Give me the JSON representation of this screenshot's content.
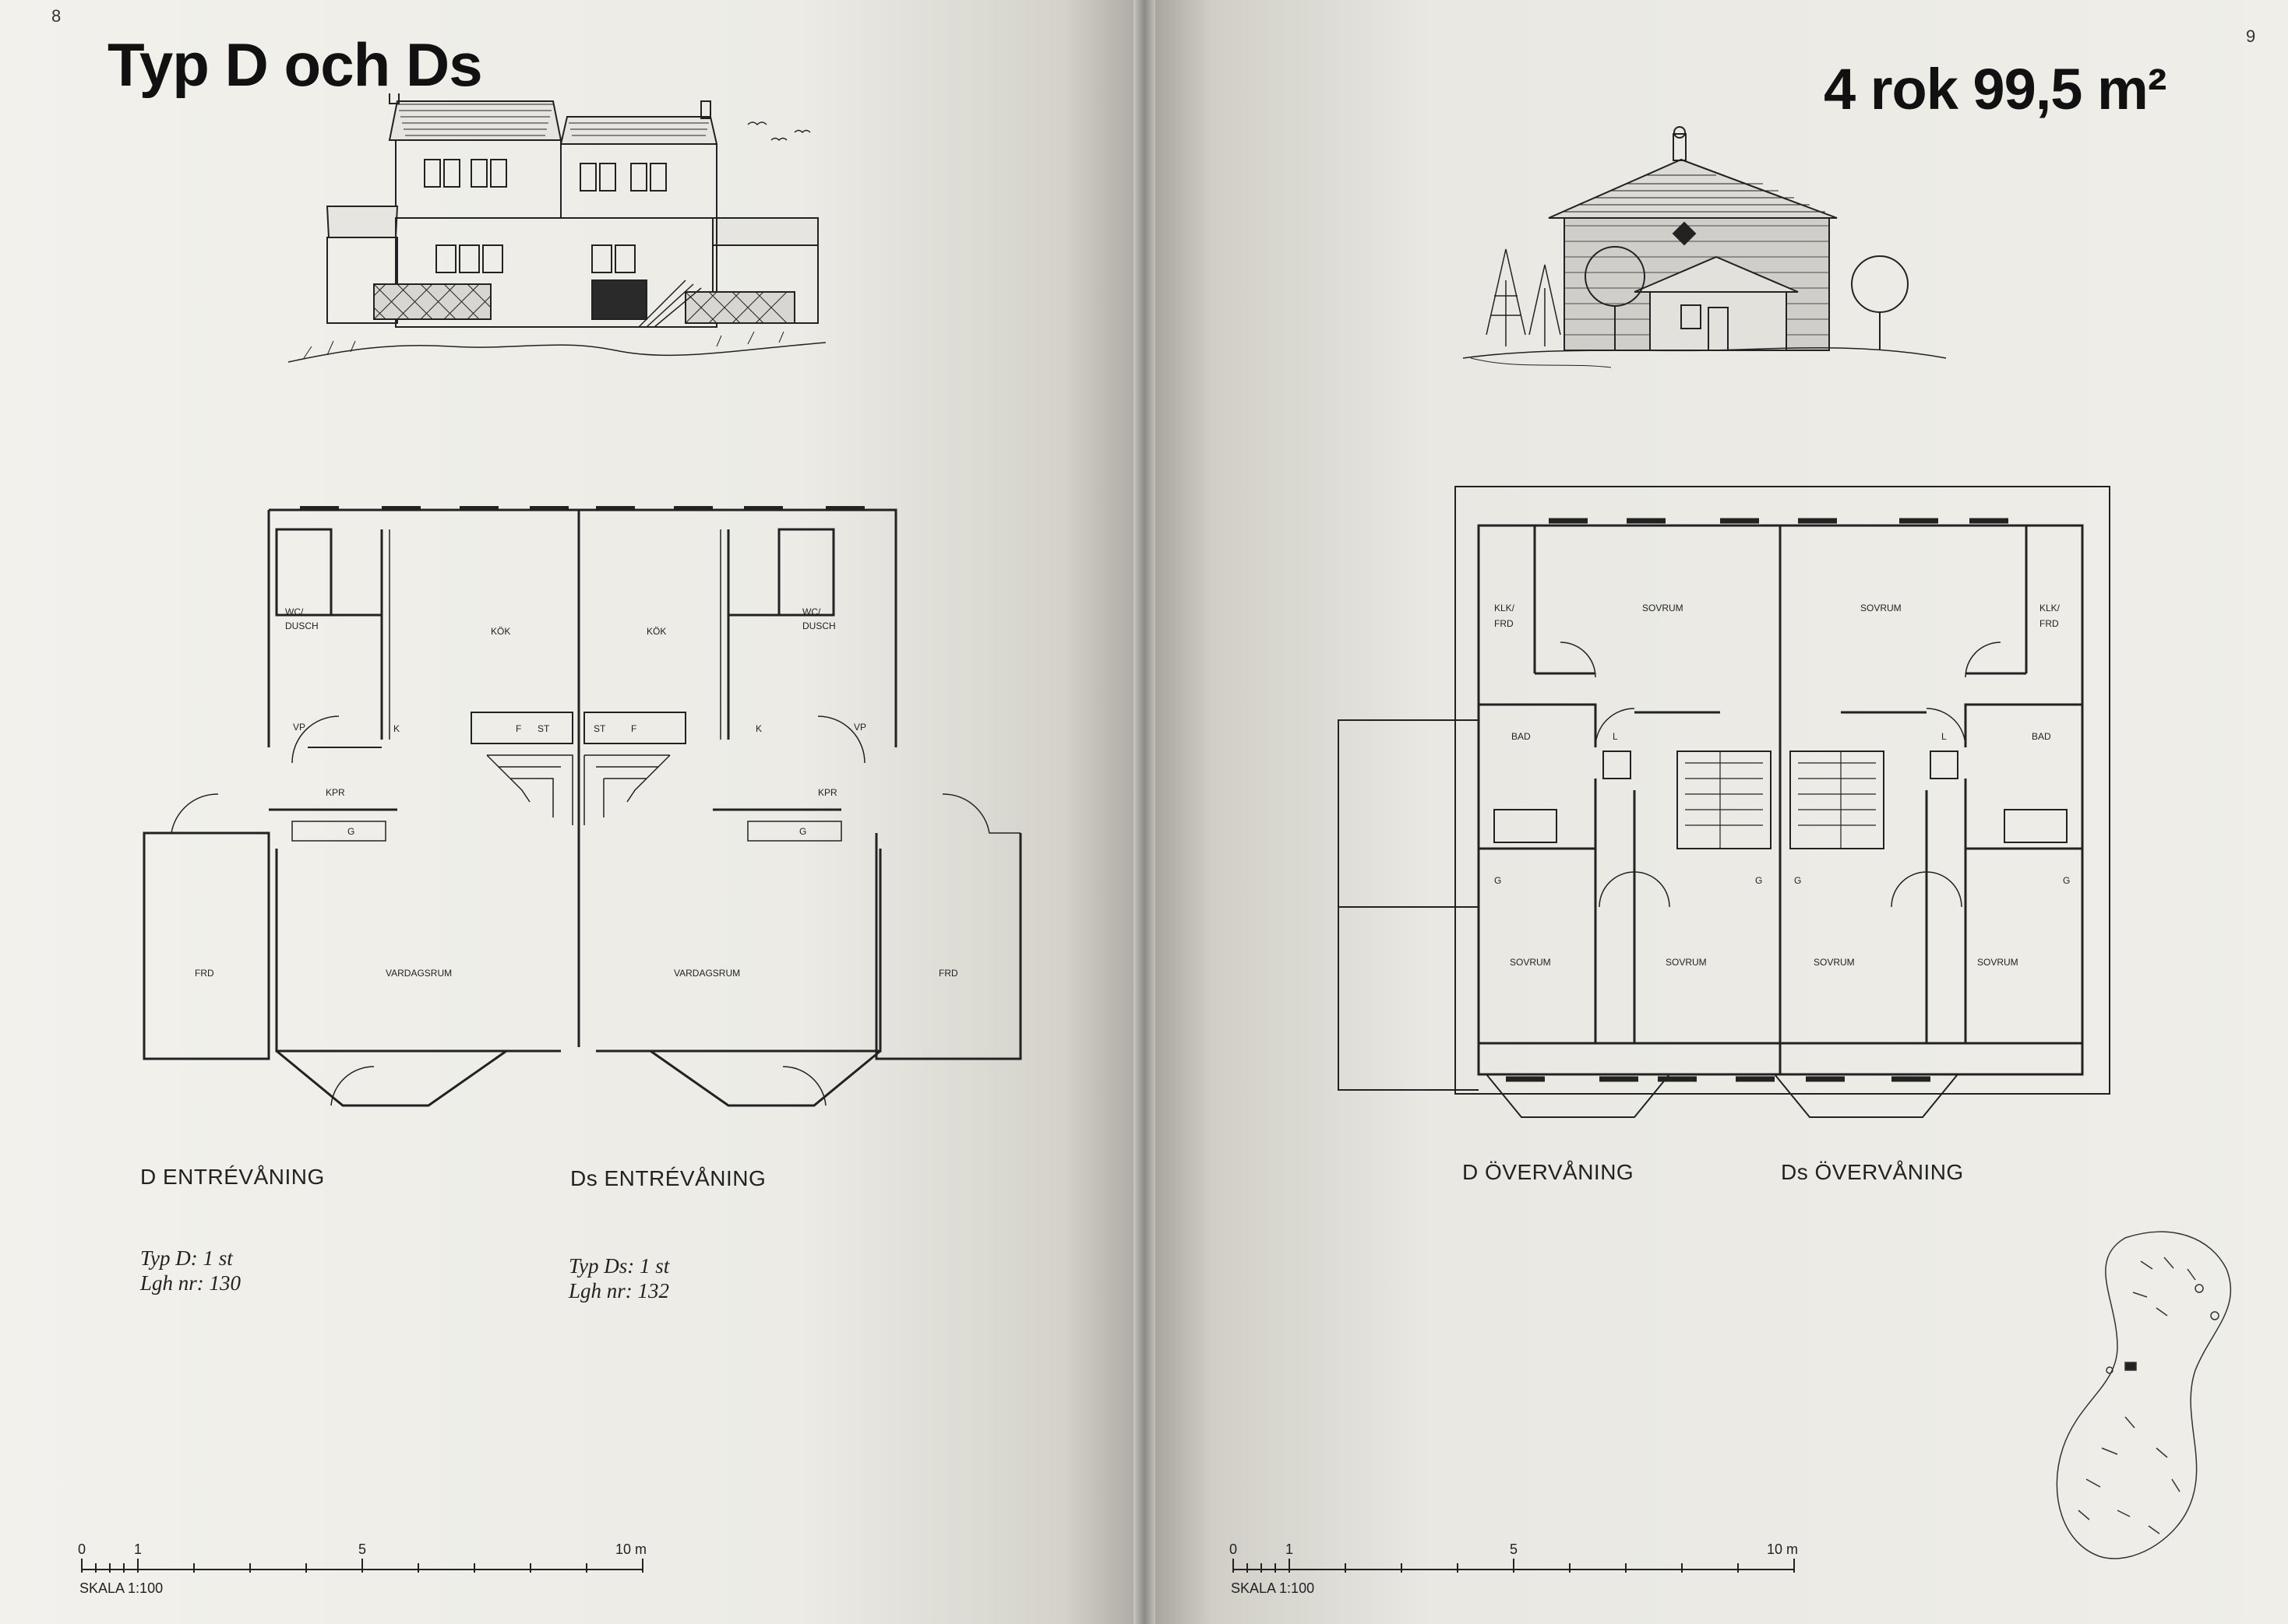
{
  "left_page": {
    "page_number": "8",
    "title": "Typ D och Ds",
    "plan_d_label": "D ENTRÉVÅNING",
    "plan_ds_label": "Ds ENTRÉVÅNING",
    "type_d_line1": "Typ D: 1 st",
    "type_d_line2": "Lgh nr: 130",
    "type_ds_line1": "Typ Ds: 1 st",
    "type_ds_line2": "Lgh nr: 132",
    "rooms": {
      "wc_top": "WC/",
      "wc_bottom": "DUSCH",
      "kok": "KÖK",
      "kpr": "KPR",
      "vardagsrum": "VARDAGSRUM",
      "frd": "FRD",
      "vp": "VP",
      "k": "K",
      "f": "F",
      "st": "ST",
      "g": "G"
    },
    "scale": {
      "label": "SKALA  1:100",
      "t0": "0",
      "t1": "1",
      "t5": "5",
      "t10": "10 m"
    }
  },
  "right_page": {
    "page_number": "9",
    "title": "4 rok 99,5 m²",
    "plan_d_label": "D ÖVERVÅNING",
    "plan_ds_label": "Ds ÖVERVÅNING",
    "rooms": {
      "sovrum": "SOVRUM",
      "klk_top": "KLK/",
      "klk_bottom": "FRD",
      "bad": "BAD",
      "l": "L",
      "g": "G"
    },
    "scale": {
      "label": "SKALA  1:100",
      "t0": "0",
      "t1": "1",
      "t5": "5",
      "t10": "10 m"
    }
  }
}
